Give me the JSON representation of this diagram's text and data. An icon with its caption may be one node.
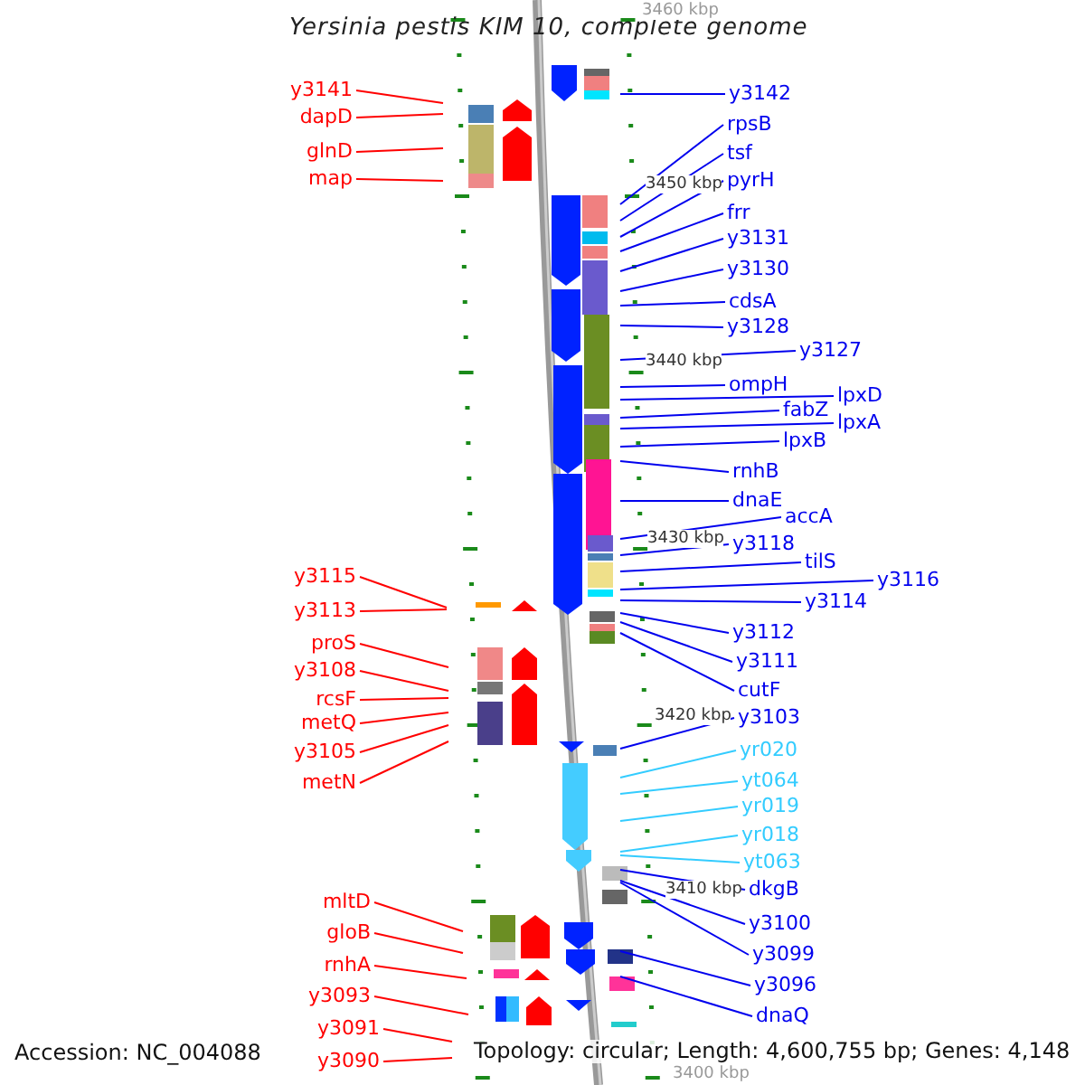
{
  "diagram": {
    "title": "Yersinia pestis KIM 10, complete genome",
    "nodes": [
      {
        "text": [
          "y3141"
        ]
      },
      {
        "text": [
          "dapD"
        ]
      },
      {
        "text": [
          "glnD"
        ]
      },
      {
        "text": [
          "map"
        ]
      },
      {
        "text": [
          "y3115"
        ]
      },
      {
        "text": [
          "y3113"
        ]
      },
      {
        "text": [
          "proS"
        ]
      },
      {
        "text": [
          "y3108"
        ]
      },
      {
        "text": [
          "rcsF"
        ]
      },
      {
        "text": [
          "metQ"
        ]
      },
      {
        "text": [
          "y3105"
        ]
      },
      {
        "text": [
          "metN"
        ]
      },
      {
        "text": [
          "mltD"
        ]
      },
      {
        "text": [
          "gloB"
        ]
      },
      {
        "text": [
          "rnhA"
        ]
      },
      {
        "text": [
          "y3093"
        ]
      },
      {
        "text": [
          "y3091"
        ]
      },
      {
        "text": [
          "y3090"
        ]
      },
      {
        "text": [
          "y3142"
        ]
      },
      {
        "text": [
          "rpsB"
        ]
      },
      {
        "text": [
          "tsf"
        ]
      },
      {
        "text": [
          "pyrH"
        ]
      },
      {
        "text": [
          "frr"
        ]
      },
      {
        "text": [
          "y3131"
        ]
      },
      {
        "text": [
          "y3130"
        ]
      },
      {
        "text": [
          "cdsA"
        ]
      },
      {
        "text": [
          "y3128"
        ]
      },
      {
        "text": [
          "y3127"
        ]
      },
      {
        "text": [
          "ompH"
        ]
      },
      {
        "text": [
          "lpxD"
        ]
      },
      {
        "text": [
          "fabZ"
        ]
      },
      {
        "text": [
          "lpxA"
        ]
      },
      {
        "text": [
          "lpxB"
        ]
      },
      {
        "text": [
          "rnhB"
        ]
      },
      {
        "text": [
          "dnaE"
        ]
      },
      {
        "text": [
          "accA"
        ]
      },
      {
        "text": [
          "y3118"
        ]
      },
      {
        "text": [
          "tilS"
        ]
      },
      {
        "text": [
          "y3116"
        ]
      },
      {
        "text": [
          "y3114"
        ]
      },
      {
        "text": [
          "y3112"
        ]
      },
      {
        "text": [
          "y3111"
        ]
      },
      {
        "text": [
          "cutF"
        ]
      },
      {
        "text": [
          "y3103"
        ]
      },
      {
        "text": [
          "yr020"
        ]
      },
      {
        "text": [
          "yt064"
        ]
      },
      {
        "text": [
          "yr019"
        ]
      },
      {
        "text": [
          "yr018"
        ]
      },
      {
        "text": [
          "yt063"
        ]
      },
      {
        "text": [
          "dkgB"
        ]
      },
      {
        "text": [
          "y3100"
        ]
      },
      {
        "text": [
          "y3099"
        ]
      },
      {
        "text": [
          "y3096"
        ]
      },
      {
        "text": [
          "dnaQ"
        ]
      }
    ],
    "edges": [
      {
        "from": 0,
        "to": null,
        "arrow": "none",
        "color": "#ff0000"
      },
      {
        "from": 1,
        "to": null,
        "arrow": "none",
        "color": "#ff0000"
      },
      {
        "from": 2,
        "to": null,
        "arrow": "none",
        "color": "#ff0000"
      },
      {
        "from": 3,
        "to": null,
        "arrow": "none",
        "color": "#ff0000"
      },
      {
        "from": 4,
        "to": null,
        "arrow": "none",
        "color": "#ff0000"
      },
      {
        "from": 5,
        "to": null,
        "arrow": "none",
        "color": "#ff0000"
      },
      {
        "from": 6,
        "to": null,
        "arrow": "none",
        "color": "#ff0000"
      },
      {
        "from": 7,
        "to": null,
        "arrow": "none",
        "color": "#ff0000"
      },
      {
        "from": 8,
        "to": null,
        "arrow": "none",
        "color": "#ff0000"
      },
      {
        "from": 9,
        "to": null,
        "arrow": "none",
        "color": "#ff0000"
      },
      {
        "from": 10,
        "to": null,
        "arrow": "none",
        "color": "#ff0000"
      },
      {
        "from": 11,
        "to": null,
        "arrow": "none",
        "color": "#ff0000"
      },
      {
        "from": 12,
        "to": null,
        "arrow": "none",
        "color": "#ff0000"
      },
      {
        "from": 13,
        "to": null,
        "arrow": "none",
        "color": "#ff0000"
      },
      {
        "from": 14,
        "to": null,
        "arrow": "none",
        "color": "#ff0000"
      },
      {
        "from": 15,
        "to": null,
        "arrow": "none",
        "color": "#ff0000"
      },
      {
        "from": 16,
        "to": null,
        "arrow": "none",
        "color": "#ff0000"
      },
      {
        "from": 17,
        "to": null,
        "arrow": "none",
        "color": "#ff0000"
      },
      {
        "from": 18,
        "to": null,
        "arrow": "none"
      },
      {
        "from": 19,
        "to": null,
        "arrow": "none"
      },
      {
        "from": 20,
        "to": null,
        "arrow": "none"
      },
      {
        "from": 21,
        "to": null,
        "arrow": "none"
      },
      {
        "from": 22,
        "to": null,
        "arrow": "none"
      },
      {
        "from": 23,
        "to": null,
        "arrow": "none"
      },
      {
        "from": 24,
        "to": null,
        "arrow": "none"
      },
      {
        "from": 25,
        "to": null,
        "arrow": "none"
      },
      {
        "from": 26,
        "to": null,
        "arrow": "none"
      },
      {
        "from": 27,
        "to": null,
        "arrow": "none"
      },
      {
        "from": 28,
        "to": null,
        "arrow": "none"
      },
      {
        "from": 29,
        "to": null,
        "arrow": "none"
      },
      {
        "from": 30,
        "to": null,
        "arrow": "none"
      },
      {
        "from": 31,
        "to": null,
        "arrow": "none"
      },
      {
        "from": 32,
        "to": null,
        "arrow": "none"
      },
      {
        "from": 33,
        "to": null,
        "arrow": "none"
      },
      {
        "from": 34,
        "to": null,
        "arrow": "none"
      },
      {
        "from": 35,
        "to": null,
        "arrow": "none"
      },
      {
        "from": 36,
        "to": null,
        "arrow": "none"
      },
      {
        "from": 37,
        "to": null,
        "arrow": "none"
      },
      {
        "from": 38,
        "to": null,
        "arrow": "none"
      },
      {
        "from": 39,
        "to": null,
        "arrow": "none"
      },
      {
        "from": 40,
        "to": null,
        "arrow": "none"
      },
      {
        "from": 41,
        "to": null,
        "arrow": "none"
      },
      {
        "from": 42,
        "to": null,
        "arrow": "none"
      },
      {
        "from": 43,
        "to": null,
        "arrow": "none"
      },
      {
        "from": 44,
        "to": null,
        "arrow": "none",
        "color": "#33ccff"
      },
      {
        "from": 45,
        "to": null,
        "arrow": "none",
        "color": "#33ccff"
      },
      {
        "from": 46,
        "to": null,
        "arrow": "none",
        "color": "#33ccff"
      },
      {
        "from": 47,
        "to": null,
        "arrow": "none",
        "color": "#33ccff"
      },
      {
        "from": 48,
        "to": null,
        "arrow": "none",
        "color": "#33ccff"
      },
      {
        "from": 49,
        "to": null,
        "arrow": "none"
      },
      {
        "from": 50,
        "to": null,
        "arrow": "none"
      },
      {
        "from": 51,
        "to": null,
        "arrow": "none"
      },
      {
        "from": 52,
        "to": null,
        "arrow": "none"
      },
      {
        "from": 53,
        "to": null,
        "arrow": "none"
      }
    ],
    "labels": [
      "3460 kbp",
      "3450 kbp",
      "3440 kbp",
      "3430 kbp",
      "3420 kbp",
      "3410 kbp",
      "3400 kbp",
      "Accession: NC_004088",
      "Topology: circular; Length: 4,600,755 bp; Genes: 4,148"
    ]
  }
}
